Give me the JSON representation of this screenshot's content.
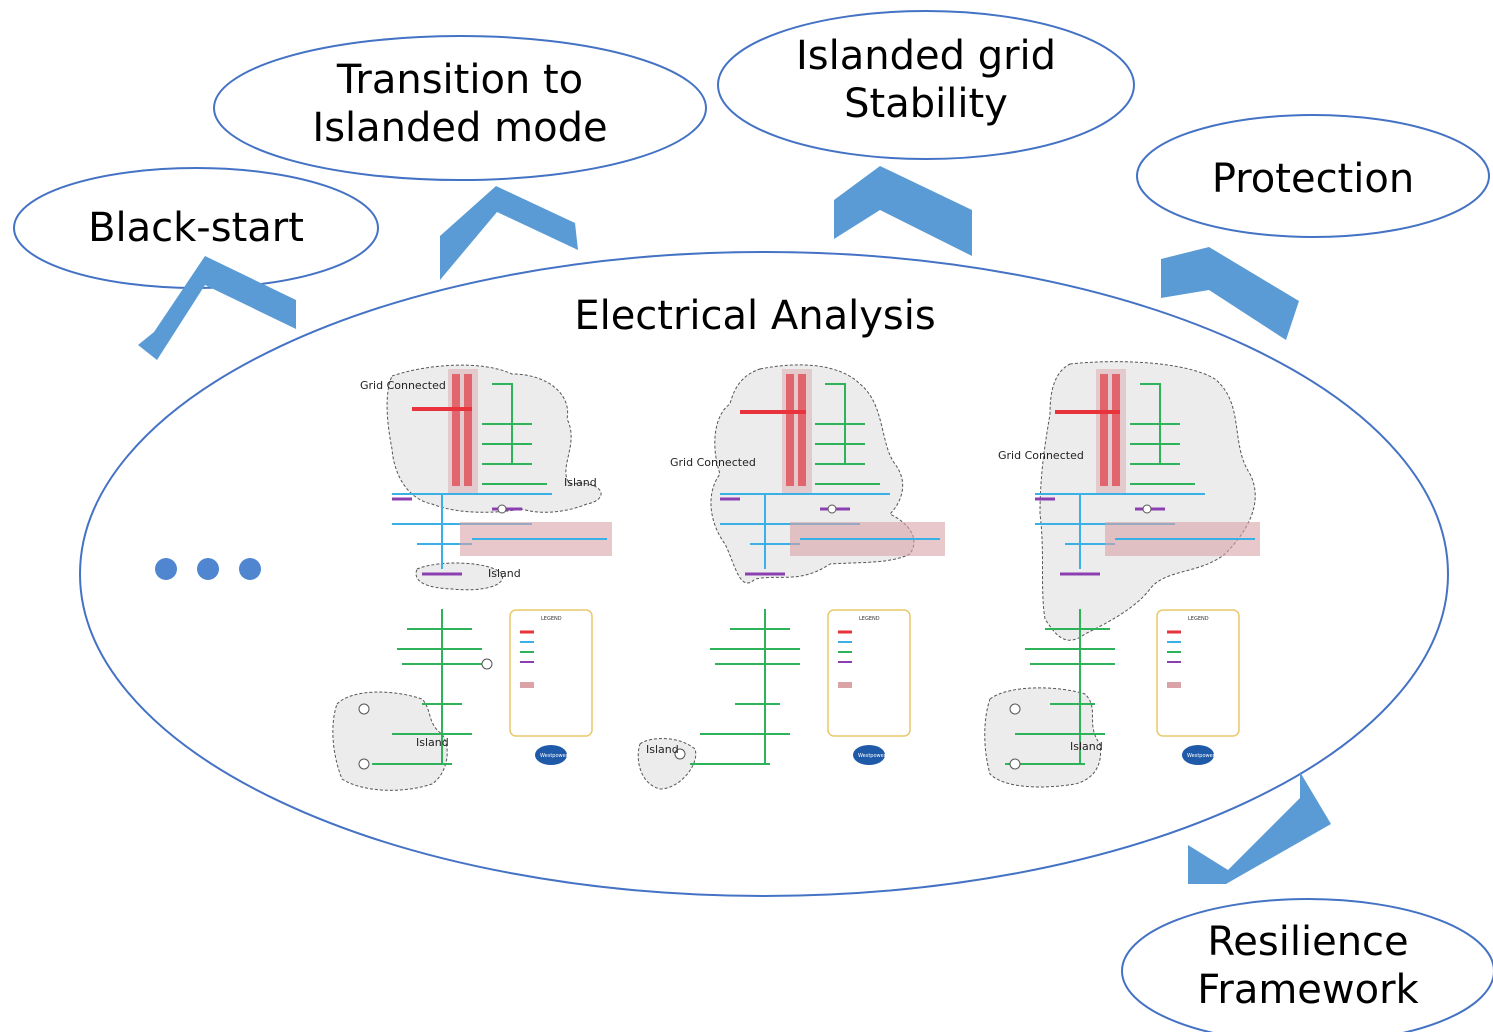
{
  "center": {
    "title": "Electrical Analysis",
    "ellipsis": "…"
  },
  "bubbles": {
    "black_start": "Black-start",
    "transition": "Transition to\nIslanded mode",
    "stability": "Islanded grid\nStability",
    "protection": "Protection",
    "resilience": "Resilience\nFramework"
  },
  "maps": {
    "left": {
      "label_grid": "Grid Connected",
      "label_island_top": "Island",
      "label_island_mid": "Island",
      "label_island_bottom": "Island"
    },
    "middle": {
      "label_grid": "Grid Connected",
      "label_island": "Island"
    },
    "right": {
      "label_grid": "Grid Connected",
      "label_island": "Island"
    },
    "legend_title": "LEGEND",
    "brand": "Westpower"
  },
  "colors": {
    "outline": "#4472c4",
    "arrow": "#5b9bd5",
    "dots": "#4f86cf",
    "map_red": "#e8323c",
    "map_green": "#2fb35a",
    "map_blue": "#3bb0e6",
    "map_purple": "#8b3fb0"
  }
}
